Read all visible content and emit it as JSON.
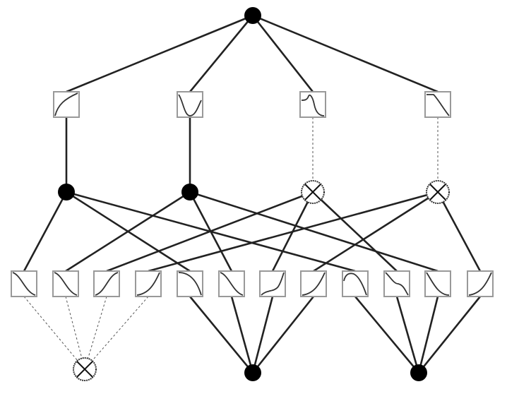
{
  "colors": {
    "line": "#222222",
    "box": "#999999",
    "node": "#000000"
  },
  "root": {
    "type": "sum-node"
  },
  "level1_functions": [
    {
      "shape": "concave-increasing",
      "link": "solid"
    },
    {
      "shape": "valley",
      "link": "solid"
    },
    {
      "shape": "bump-then-drop",
      "link": "dashed"
    },
    {
      "shape": "flat-then-decreasing",
      "link": "dashed"
    }
  ],
  "level2_nodes": [
    {
      "type": "sum-node",
      "children": [
        0,
        4,
        8
      ]
    },
    {
      "type": "sum-node",
      "children": [
        1,
        5,
        10
      ]
    },
    {
      "type": "product-node",
      "children": [
        2,
        6,
        9
      ]
    },
    {
      "type": "product-node",
      "children": [
        3,
        7,
        11
      ]
    }
  ],
  "leaf_functions": [
    {
      "shape": "s-decreasing"
    },
    {
      "shape": "s-decreasing"
    },
    {
      "shape": "s-increasing"
    },
    {
      "shape": "convex-increasing"
    },
    {
      "shape": "concave-decreasing"
    },
    {
      "shape": "s-decreasing"
    },
    {
      "shape": "wavy-increasing"
    },
    {
      "shape": "convex-increasing"
    },
    {
      "shape": "hump"
    },
    {
      "shape": "wavy-decreasing"
    },
    {
      "shape": "convex-decreasing"
    },
    {
      "shape": "convex-increasing"
    }
  ],
  "bottom_nodes": [
    {
      "type": "product-node",
      "children": [
        0,
        1,
        2,
        3
      ],
      "link": "dashed"
    },
    {
      "type": "sum-node",
      "children": [
        4,
        5,
        6,
        7
      ],
      "link": "solid"
    },
    {
      "type": "sum-node",
      "children": [
        8,
        9,
        10,
        11
      ],
      "link": "solid"
    }
  ]
}
